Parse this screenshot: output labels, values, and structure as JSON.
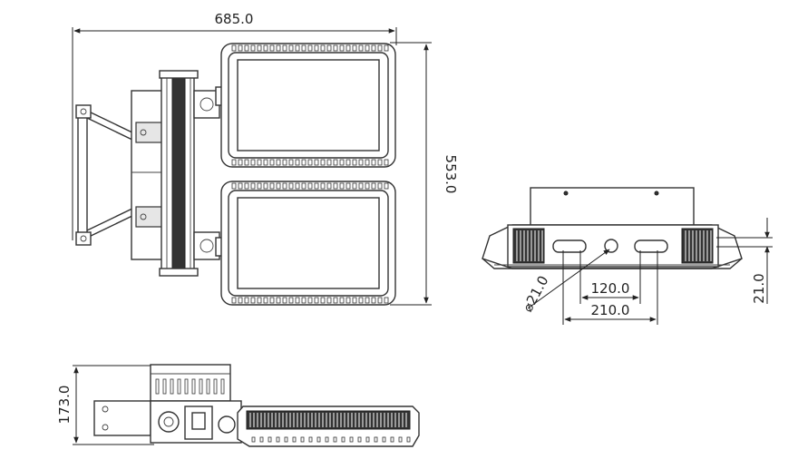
{
  "dimensions": {
    "overall_width": "685.0",
    "overall_height": "553.0",
    "hole_diameter": "⌀21.0",
    "slot_spacing_inner": "120.0",
    "slot_spacing_outer": "210.0",
    "bracket_thickness": "21.0",
    "side_depth": "173.0"
  },
  "colors": {
    "line": "#333333",
    "fill_light": "#e6e6e6",
    "fin_dark": "#333333"
  }
}
